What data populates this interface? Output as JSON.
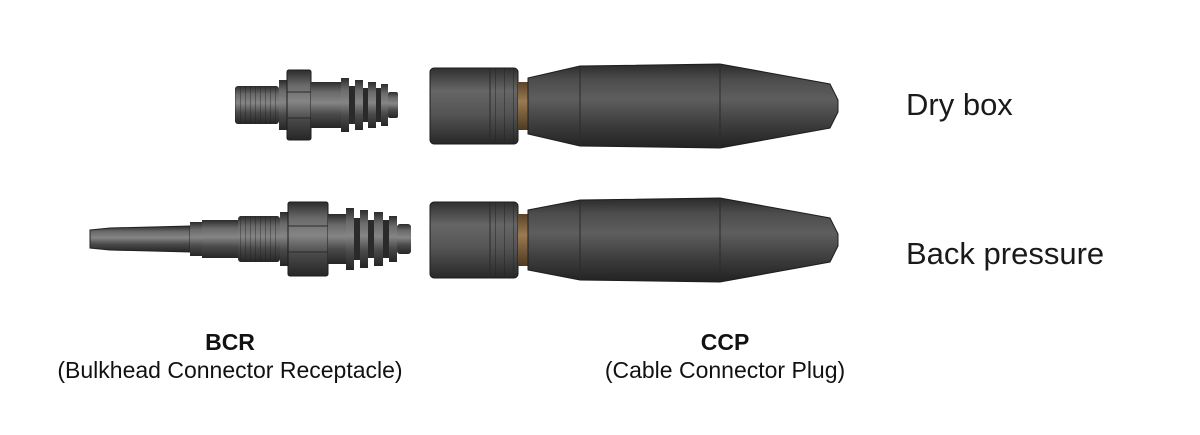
{
  "rows": {
    "dry_box": "Dry box",
    "back_pressure": "Back pressure"
  },
  "captions": {
    "bcr": {
      "abbr": "BCR",
      "full": "(Bulkhead Connector Receptacle)"
    },
    "ccp": {
      "abbr": "CCP",
      "full": "(Cable Connector Plug)"
    }
  },
  "colors": {
    "body_dark": "#3f3f3f",
    "body_mid": "#5a5a5a",
    "body_light": "#7a7a7a",
    "seal_ring": "#8a6a45",
    "background": "#ffffff"
  }
}
